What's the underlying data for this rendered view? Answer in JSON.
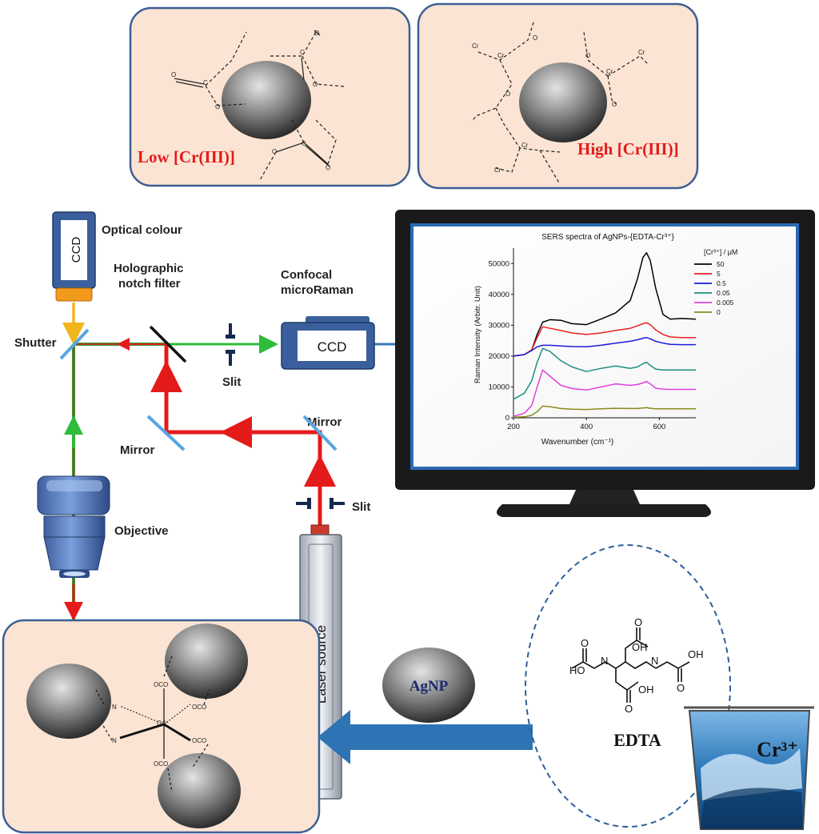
{
  "panels": {
    "low_label": "Low [Cr(III)]",
    "high_label": "High [Cr(III)]"
  },
  "setup": {
    "optical_ccd": "CCD",
    "optical_colour": "Optical colour",
    "holographic": "Holographic",
    "notch_filter": "notch filter",
    "confocal": "Confocal",
    "microraman": "microRaman",
    "raman_ccd": "CCD",
    "shutter": "Shutter",
    "slit_top": "Slit",
    "slit_bottom": "Slit",
    "mirror_left": "Mirror",
    "mirror_right": "Mirror",
    "objective": "Objective",
    "laser_source": "Laser source"
  },
  "bottom": {
    "agnp": "AgNP",
    "edta": "EDTA",
    "cr3": "Cr³⁺",
    "oh": "OH",
    "ho": "HO",
    "o": "O",
    "n": "N"
  },
  "chart_data": {
    "type": "line",
    "title": "SERS spectra of AgNPs-{EDTA-Cr³⁺}",
    "xlabel": "Wavenumber (cm⁻¹)",
    "ylabel": "Raman Intensity (Arbitr. Unit)",
    "legend_title": "[Cr³⁺] / μM",
    "legend_position": "top-right",
    "xlim": [
      200,
      700
    ],
    "ylim": [
      0,
      55000
    ],
    "xticks": [
      200,
      400,
      600
    ],
    "yticks": [
      0,
      10000,
      20000,
      30000,
      40000,
      50000
    ],
    "x": [
      200,
      230,
      250,
      265,
      280,
      300,
      330,
      360,
      400,
      440,
      480,
      520,
      540,
      555,
      565,
      575,
      590,
      610,
      630,
      660,
      700
    ],
    "series": [
      {
        "name": "50",
        "color": "#000000",
        "values": [
          20000,
          20500,
          22000,
          27000,
          31000,
          31800,
          31600,
          30500,
          30200,
          32000,
          34000,
          38000,
          45000,
          52000,
          53500,
          51000,
          42000,
          33500,
          32000,
          32200,
          32000
        ]
      },
      {
        "name": "5",
        "color": "#e8201e",
        "values": [
          20000,
          20500,
          22000,
          26000,
          29500,
          29000,
          28300,
          27500,
          27000,
          27500,
          28300,
          29000,
          29800,
          30500,
          30800,
          30200,
          28500,
          27000,
          26200,
          26000,
          26000
        ]
      },
      {
        "name": "0.5",
        "color": "#1c1cd8",
        "values": [
          20000,
          20500,
          21800,
          23000,
          23500,
          23500,
          23300,
          23100,
          23000,
          23500,
          24200,
          24800,
          25300,
          25800,
          26000,
          25600,
          24800,
          24200,
          23800,
          23700,
          23700
        ]
      },
      {
        "name": "0.05",
        "color": "#1a8f80",
        "values": [
          6000,
          8000,
          12000,
          18000,
          22500,
          21500,
          18500,
          16500,
          15000,
          16000,
          16800,
          16000,
          16500,
          17500,
          18000,
          17000,
          15800,
          15500,
          15500,
          15500,
          15500
        ]
      },
      {
        "name": "0.005",
        "color": "#e040e0",
        "values": [
          500,
          1500,
          4000,
          10000,
          15500,
          13500,
          10500,
          9500,
          9000,
          10000,
          11000,
          10500,
          10800,
          11300,
          11800,
          11000,
          9600,
          9300,
          9200,
          9200,
          9200
        ]
      },
      {
        "name": "0",
        "color": "#8a8a1a",
        "values": [
          200,
          300,
          800,
          2000,
          3800,
          3600,
          3000,
          2800,
          2700,
          2900,
          3100,
          3000,
          3000,
          3200,
          3300,
          3100,
          2900,
          2900,
          2900,
          2900,
          2900
        ]
      }
    ]
  }
}
